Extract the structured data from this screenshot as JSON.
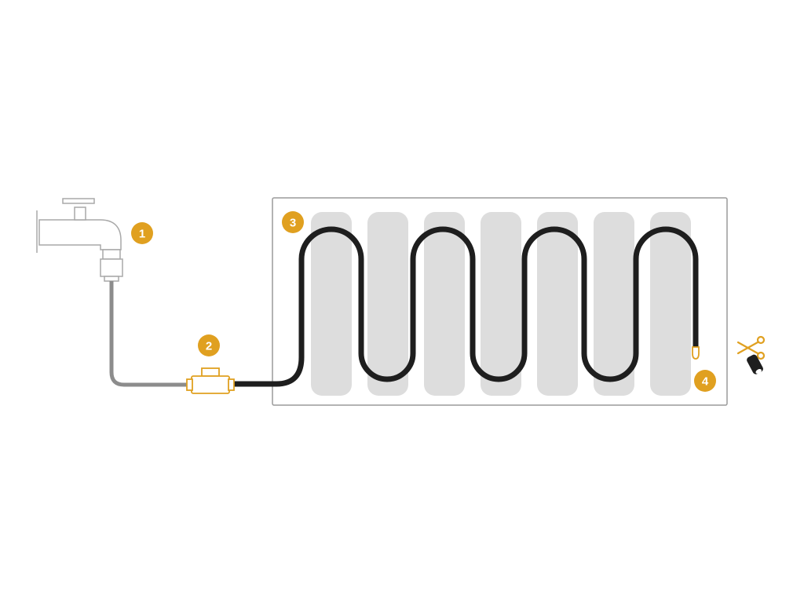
{
  "diagram": {
    "steps": [
      {
        "number": "1",
        "component": "faucet"
      },
      {
        "number": "2",
        "component": "connector"
      },
      {
        "number": "3",
        "component": "hose-layout"
      },
      {
        "number": "4",
        "component": "end-cap"
      }
    ],
    "icons": {
      "faucet": "faucet-icon",
      "connector": "connector-icon",
      "scissors": "scissors-icon",
      "end_plug": "end-plug-icon"
    },
    "colors": {
      "accent": "#E0A020",
      "hose": "#1e1e1e",
      "supply_tube": "#8c8c8c",
      "bed": "#dddddd",
      "frame": "#9a9a9a",
      "outline": "#a8a8a8"
    }
  }
}
